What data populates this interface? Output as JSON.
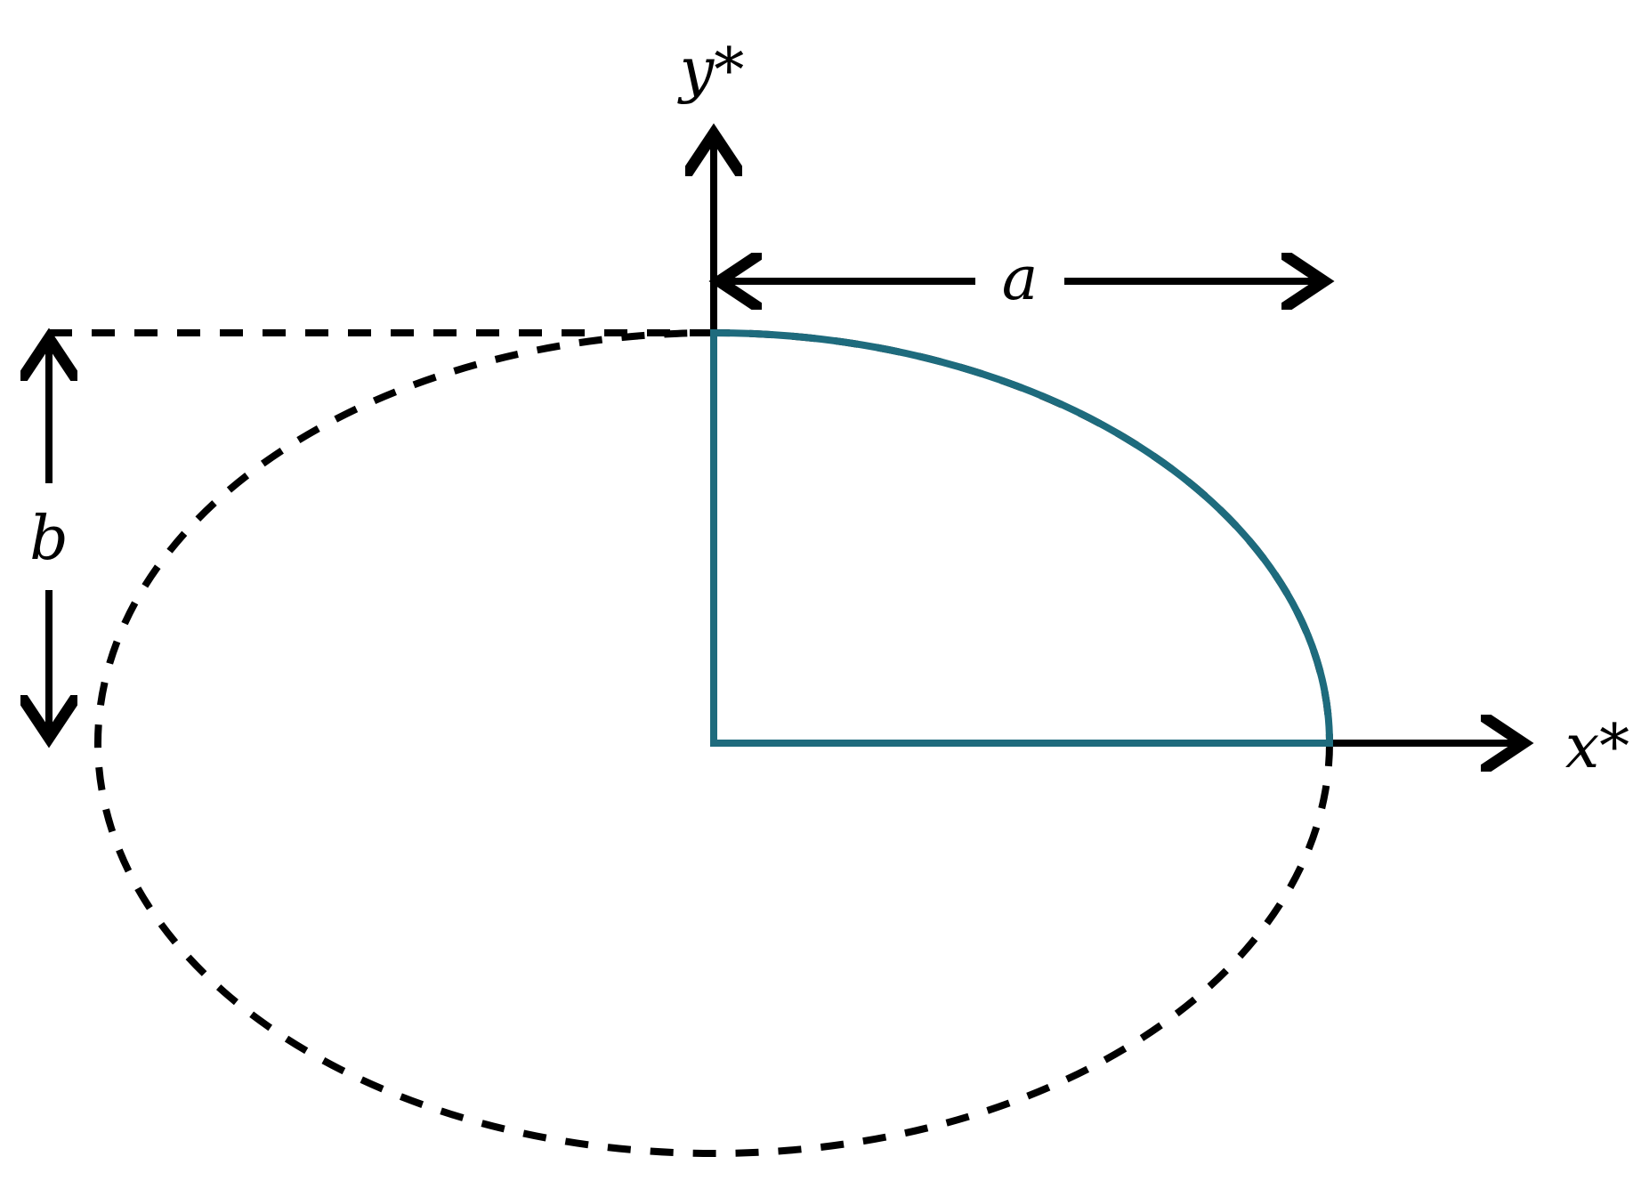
{
  "labels": {
    "y_axis": "y*",
    "x_axis": "x*",
    "semi_axis_a": "a",
    "semi_axis_b": "b"
  },
  "colors": {
    "quarter_outline": "#1e6b7d",
    "lines": "#000000",
    "background": "#ffffff"
  }
}
